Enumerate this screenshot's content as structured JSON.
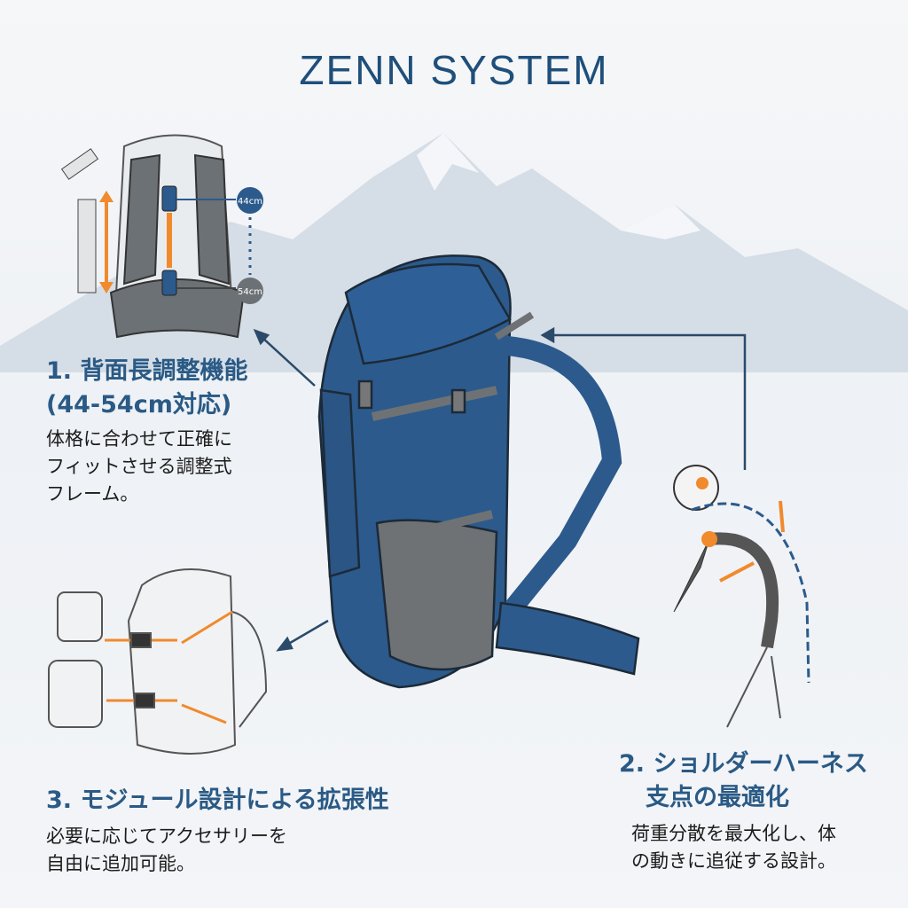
{
  "title": "ZENN SYSTEM",
  "features": [
    {
      "heading_lines": [
        "1. 背面長調整機能",
        "(44-54cm対応)"
      ],
      "body_lines": [
        "体格に合わせて正確に",
        "フィットさせる調整式",
        "フレーム。"
      ]
    },
    {
      "heading_lines": [
        "2. ショルダーハーネス",
        "支点の最適化"
      ],
      "body_lines": [
        "荷重分散を最大化し、体",
        "の動きに追従する設計。"
      ]
    },
    {
      "heading_lines": [
        "3. モジュール設計による拡張性"
      ],
      "body_lines": [
        "必要に応じてアクセサリーを",
        "自由に追加可能。"
      ]
    }
  ],
  "torso_scale": {
    "top_label": "44cm",
    "bottom_label": "54cm"
  },
  "colors": {
    "brand_blue": "#1f4f7a",
    "pack_blue": "#2c5a8c",
    "accent_orange": "#f08a2c",
    "grey": "#6e7275"
  }
}
